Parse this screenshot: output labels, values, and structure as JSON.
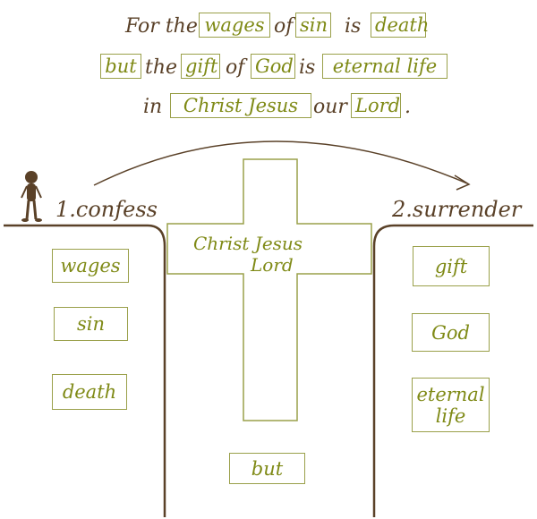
{
  "verse": {
    "line1": {
      "w1": "For the",
      "k1": "wages",
      "w2": "of",
      "k2": "sin",
      "w3": "is",
      "k3": "death"
    },
    "line2": {
      "k1": "but",
      "w1": "the",
      "k2": "gift",
      "w2": "of",
      "k3": "God",
      "w3": "is",
      "k4": "eternal life"
    },
    "line3": {
      "w1": "in",
      "k1": "Christ Jesus",
      "w2": "our",
      "k2": "Lord",
      "w3": "."
    }
  },
  "steps": {
    "left": "1.confess",
    "right": "2.surrender"
  },
  "cross": {
    "line1": "Christ Jesus",
    "line2": "Lord"
  },
  "left_boxes": [
    "wages",
    "sin",
    "death"
  ],
  "right_boxes": [
    "gift",
    "God",
    "eternal life"
  ],
  "bottom_box": "but",
  "colors": {
    "brown": "#5a4128",
    "olive": "#7f8a16"
  }
}
